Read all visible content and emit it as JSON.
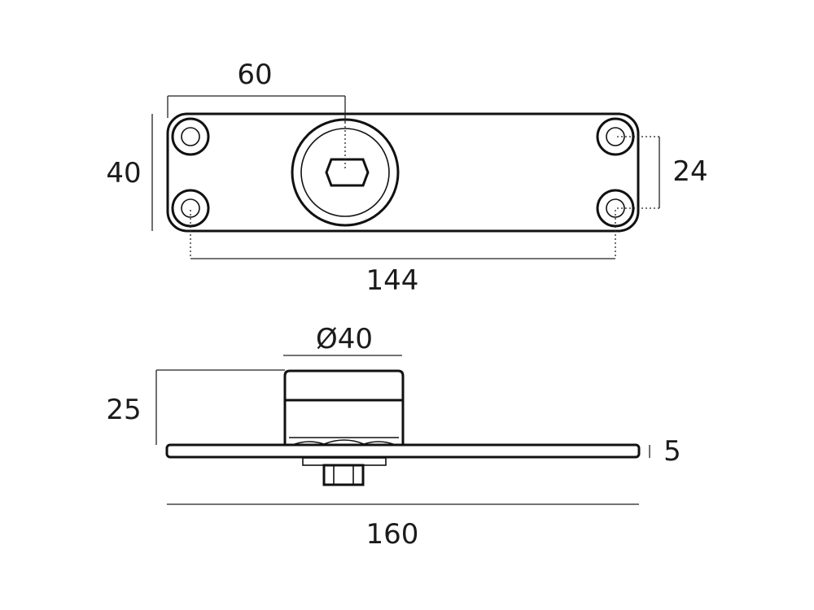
{
  "dimensions": {
    "top_hole_offset": "60",
    "plate_height": "40",
    "hole_spacing_vertical": "24",
    "hole_spacing_horizontal": "144",
    "cylinder_diameter": "Ø40",
    "cylinder_height": "25",
    "plate_thickness": "5",
    "plate_length": "160"
  },
  "colors": {
    "line": "#111111",
    "text": "#1b1b1b",
    "background": "#ffffff"
  }
}
